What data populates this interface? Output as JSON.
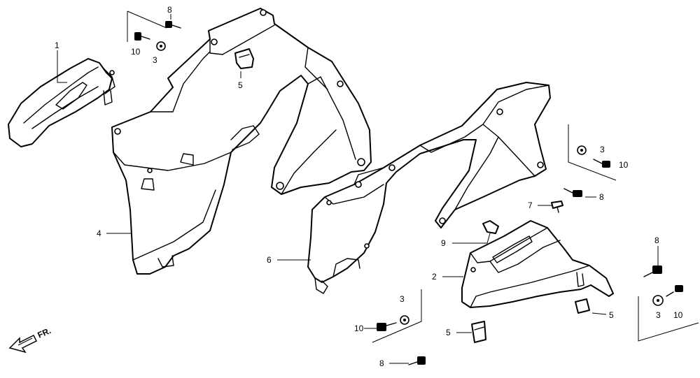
{
  "labels": {
    "p1": "1",
    "p2": "2",
    "p3a": "3",
    "p3b": "3",
    "p3c": "3",
    "p3d": "3",
    "p4": "4",
    "p5a": "5",
    "p5b": "5",
    "p5c": "5",
    "p6": "6",
    "p7": "7",
    "p8a": "8",
    "p8b": "8",
    "p8c": "8",
    "p8d": "8",
    "p9": "9",
    "p10a": "10",
    "p10b": "10",
    "p10c": "10",
    "p10d": "10"
  },
  "direction_label": "FR."
}
